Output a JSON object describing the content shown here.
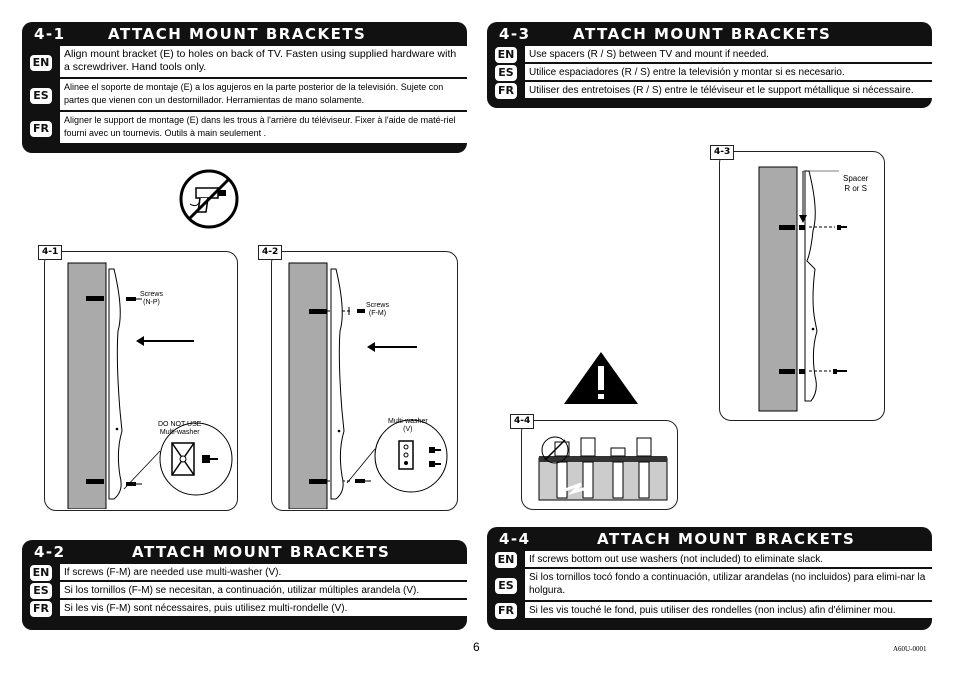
{
  "panels": {
    "p41": {
      "number": "4-1",
      "title": "ATTACH MOUNT BRACKETS",
      "rows": [
        {
          "lang": "EN",
          "text": "Align mount bracket (E) to holes on back of TV.  Fasten using supplied hardware with a screwdriver.   Hand tools only."
        },
        {
          "lang": "ES",
          "text": "Alinee el soporte de montaje (E) a los agujeros en la parte posterior de la televisión. Sujete con partes que vienen con un destornillador. Herramientas de mano solamente."
        },
        {
          "lang": "FR",
          "text": "Aligner le support de montage (E) dans les trous à l'arrière du téléviseur. Fixer à l'aide de maté-riel fourni avec un tournevis. Outils à main seulement ."
        }
      ]
    },
    "p42": {
      "number": "4-2",
      "title": "ATTACH MOUNT BRACKETS",
      "rows": [
        {
          "lang": "EN",
          "text": "If screws (F-M) are needed use multi-washer (V)."
        },
        {
          "lang": "ES",
          "text": "Si los tornillos (F-M) se necesitan, a continuación, utilizar múltiples arandela (V)."
        },
        {
          "lang": "FR",
          "text": "Si les vis (F-M) sont nécessaires, puis utilisez multi-rondelle (V)."
        }
      ]
    },
    "p43": {
      "number": "4-3",
      "title": "ATTACH MOUNT BRACKETS",
      "rows": [
        {
          "lang": "EN",
          "text": "Use spacers (R / S) between TV and mount if needed."
        },
        {
          "lang": "ES",
          "text": "Utilice espaciadores (R / S) entre la televisión y montar si es necesario."
        },
        {
          "lang": "FR",
          "text": "Utiliser des entretoises (R / S) entre le téléviseur et le support métallique si nécessaire."
        }
      ]
    },
    "p44": {
      "number": "4-4",
      "title": "ATTACH MOUNT BRACKETS",
      "rows": [
        {
          "lang": "EN",
          "text": "If screws bottom out use washers (not included) to eliminate slack."
        },
        {
          "lang": "ES",
          "text": "Si los tornillos tocó fondo a continuación, utilizar arandelas (no incluidos) para elimi-nar la holgura."
        },
        {
          "lang": "FR",
          "text": "Si les vis touché le fond, puis utiliser des rondelles (non inclus) afin d'éliminer mou."
        }
      ]
    }
  },
  "figures": {
    "f41": {
      "tag": "4-1",
      "screws": "Screws\n(N-P)",
      "donot": "DO NOT USE\nMulti-washer"
    },
    "f42": {
      "tag": "4-2",
      "screws": "Screws\n(F-M)",
      "multi": "Multi-washer\n(V)"
    },
    "f43": {
      "tag": "4-3",
      "spacer": "Spacer\nR or S"
    },
    "f44": {
      "tag": "4-4"
    }
  },
  "footer": {
    "page": "6",
    "code": "A60U-0001"
  }
}
